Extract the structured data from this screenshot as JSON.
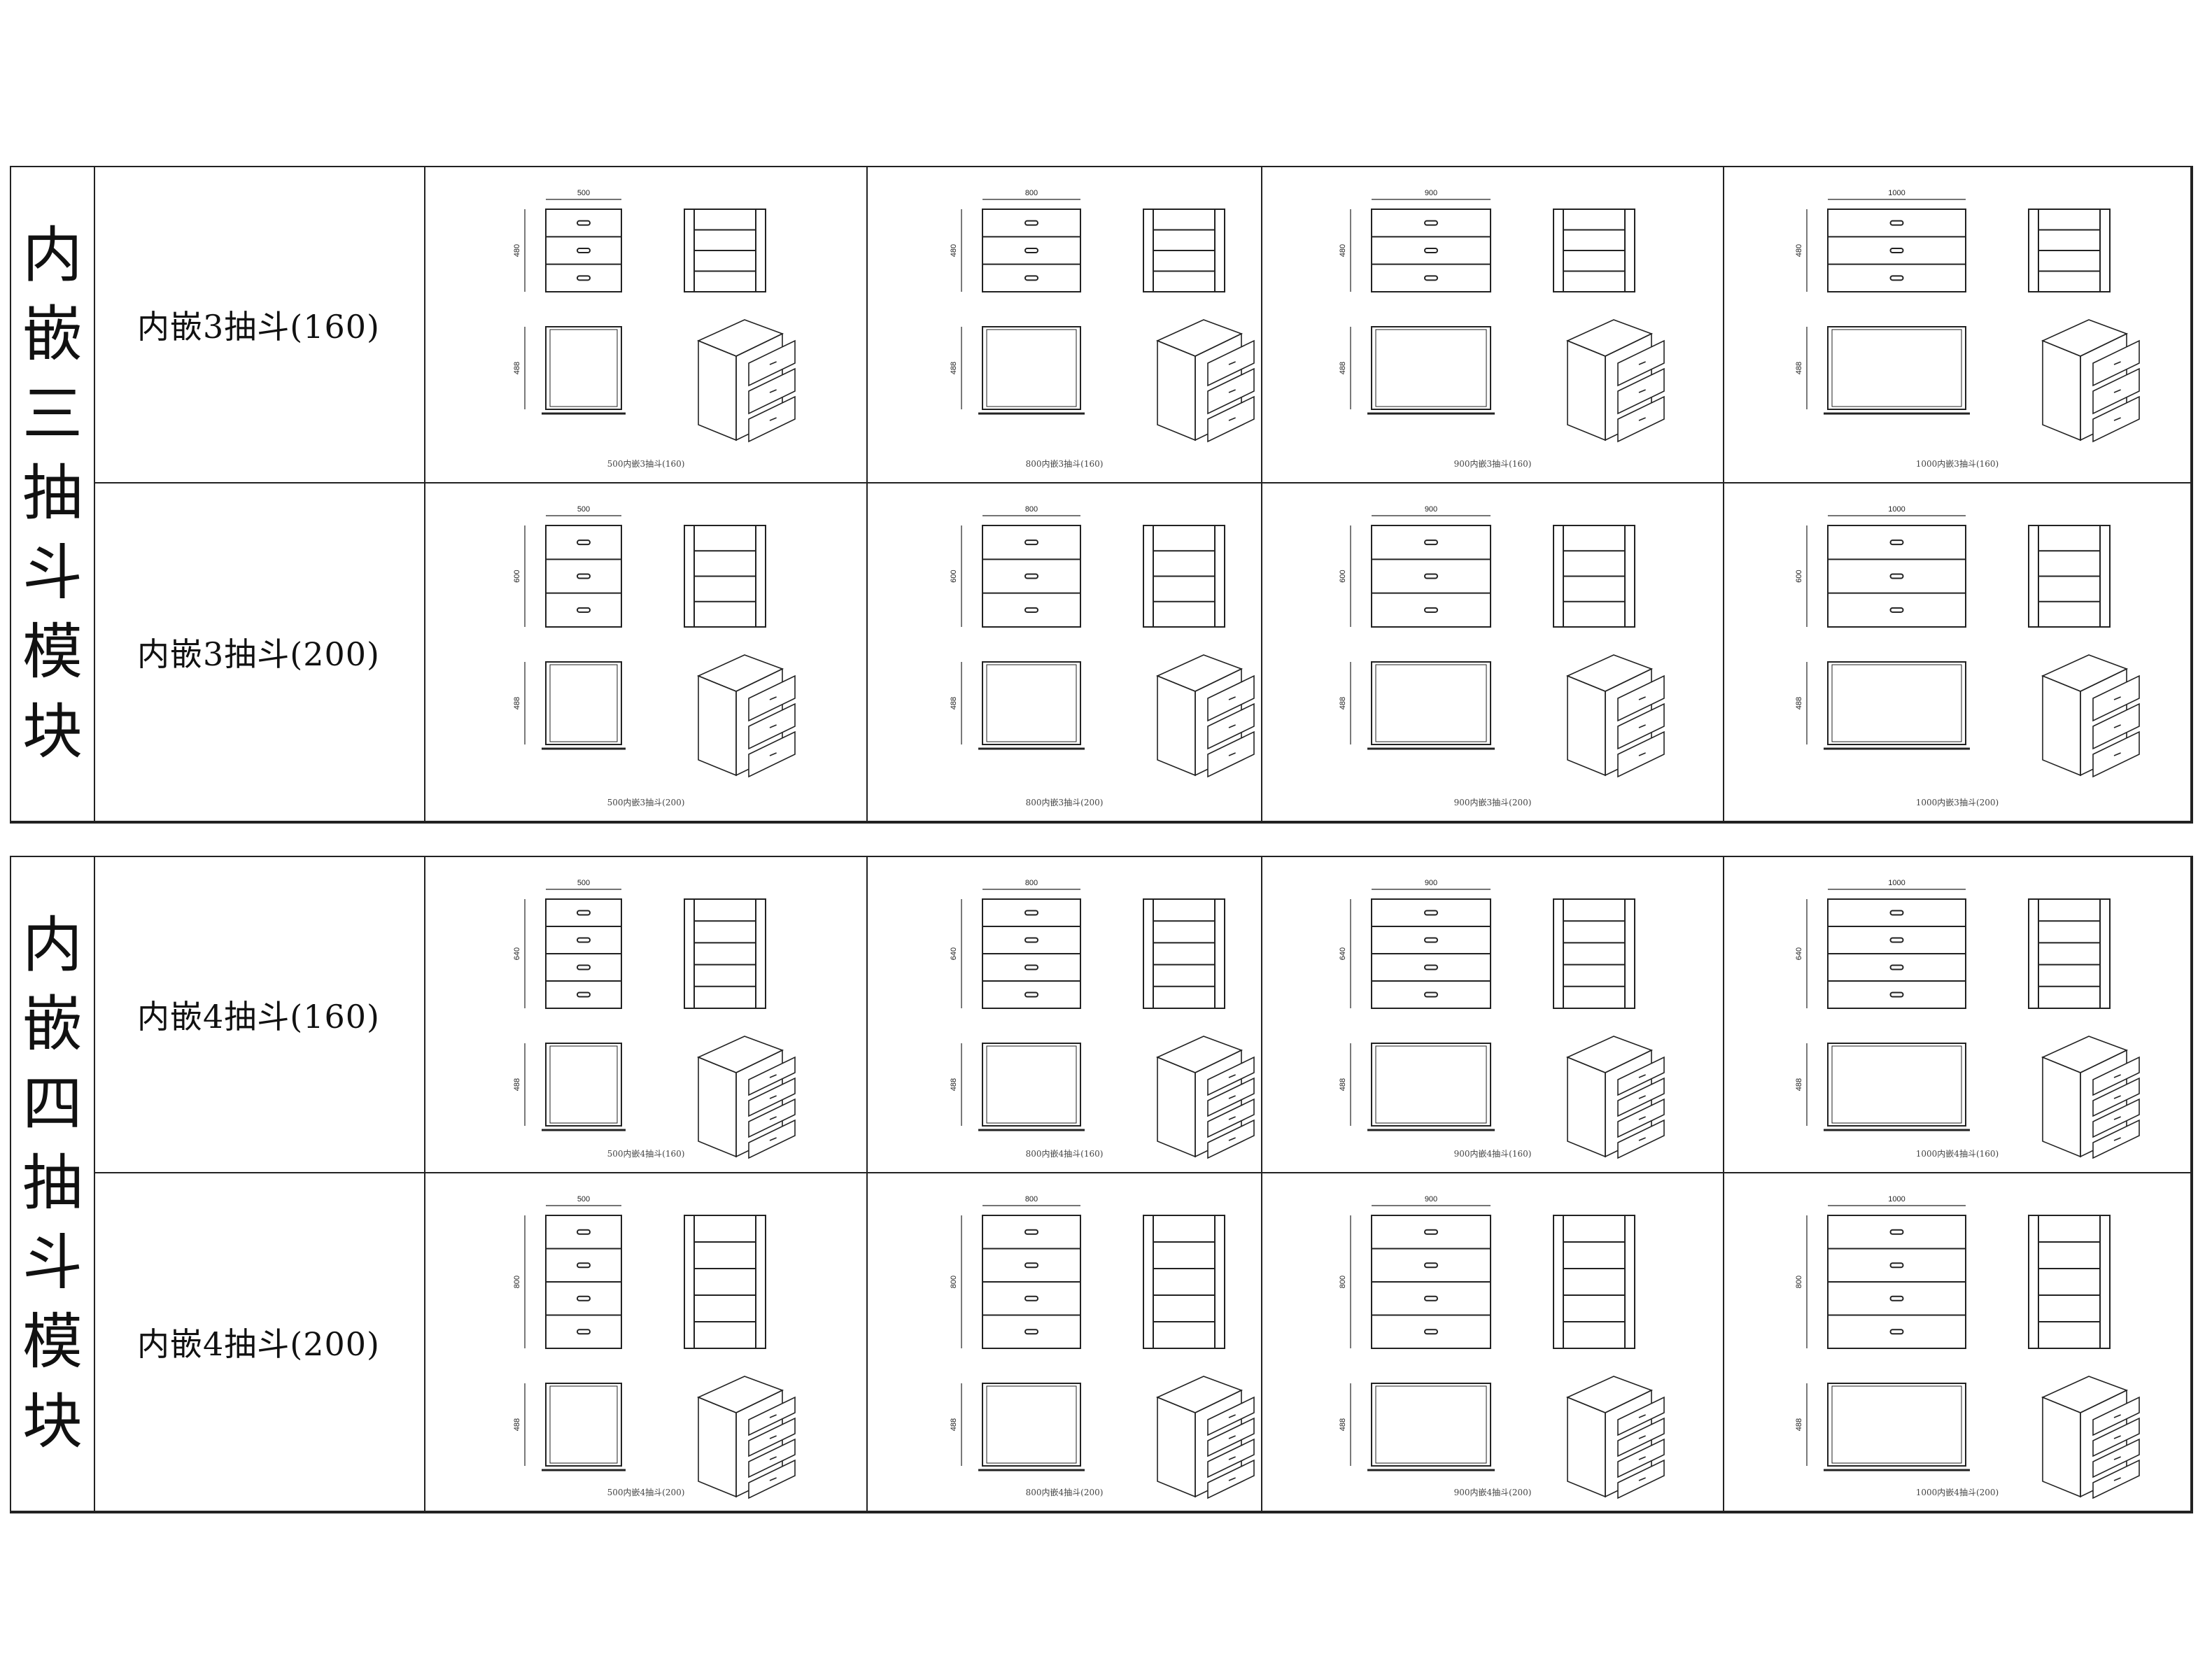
{
  "colors": {
    "line": "#222222",
    "background": "#ffffff"
  },
  "sections": [
    {
      "title_chars": [
        "内",
        "嵌",
        "三",
        "抽",
        "斗",
        "模",
        "块"
      ],
      "drawers": 3,
      "rows": [
        {
          "label": "内嵌3抽斗(160)",
          "height": "480",
          "cells": [
            {
              "width": "500",
              "depth": "488",
              "caption": "500内嵌3抽斗(160)"
            },
            {
              "width": "800",
              "depth": "488",
              "caption": "800内嵌3抽斗(160)"
            },
            {
              "width": "900",
              "depth": "488",
              "caption": "900内嵌3抽斗(160)"
            },
            {
              "width": "1000",
              "depth": "488",
              "caption": "1000内嵌3抽斗(160)"
            }
          ]
        },
        {
          "label": "内嵌3抽斗(200)",
          "height": "600",
          "cells": [
            {
              "width": "500",
              "depth": "488",
              "caption": "500内嵌3抽斗(200)"
            },
            {
              "width": "800",
              "depth": "488",
              "caption": "800内嵌3抽斗(200)"
            },
            {
              "width": "900",
              "depth": "488",
              "caption": "900内嵌3抽斗(200)"
            },
            {
              "width": "1000",
              "depth": "488",
              "caption": "1000内嵌3抽斗(200)"
            }
          ]
        }
      ]
    },
    {
      "title_chars": [
        "内",
        "嵌",
        "四",
        "抽",
        "斗",
        "模",
        "块"
      ],
      "drawers": 4,
      "rows": [
        {
          "label": "内嵌4抽斗(160)",
          "height": "640",
          "cells": [
            {
              "width": "500",
              "depth": "488",
              "caption": "500内嵌4抽斗(160)"
            },
            {
              "width": "800",
              "depth": "488",
              "caption": "800内嵌4抽斗(160)"
            },
            {
              "width": "900",
              "depth": "488",
              "caption": "900内嵌4抽斗(160)"
            },
            {
              "width": "1000",
              "depth": "488",
              "caption": "1000内嵌4抽斗(160)"
            }
          ]
        },
        {
          "label": "内嵌4抽斗(200)",
          "height": "800",
          "cells": [
            {
              "width": "500",
              "depth": "488",
              "caption": "500内嵌4抽斗(200)"
            },
            {
              "width": "800",
              "depth": "488",
              "caption": "800内嵌4抽斗(200)"
            },
            {
              "width": "900",
              "depth": "488",
              "caption": "900内嵌4抽斗(200)"
            },
            {
              "width": "1000",
              "depth": "488",
              "caption": "1000内嵌4抽斗(200)"
            }
          ]
        }
      ]
    }
  ]
}
